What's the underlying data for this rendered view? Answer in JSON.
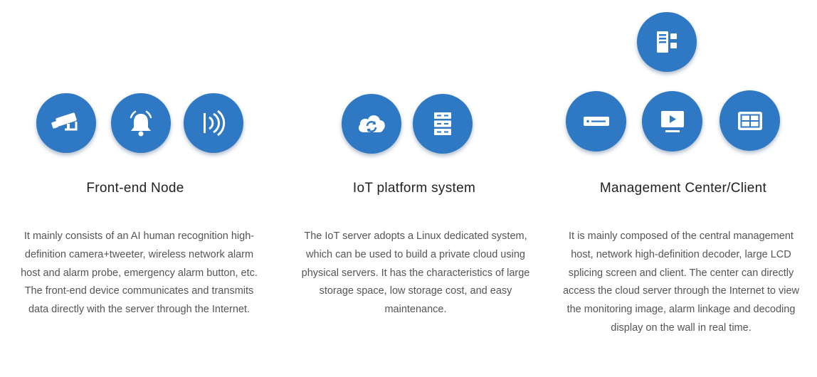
{
  "columns": [
    {
      "title": "Front-end Node",
      "description": "It mainly consists of an AI human recognition high-definition camera+tweeter, wireless network alarm host and alarm probe, emergency alarm button, etc. The front-end device communicates and transmits data directly with the server through the Internet.",
      "icons": [
        "camera-icon",
        "alarm-bell-icon",
        "wireless-signal-icon"
      ]
    },
    {
      "title": "IoT platform system",
      "description": "The IoT server adopts a Linux dedicated system, which can be used to build a private cloud using physical servers. It has the characteristics of large storage space, low storage cost, and easy maintenance.",
      "icons": [
        "cloud-sync-icon",
        "server-rack-icon"
      ]
    },
    {
      "title": "Management Center/Client",
      "description": "It is mainly composed of the central management host, network high-definition decoder, large LCD splicing screen and client. The center can directly access the cloud server through the Internet to view the monitoring image, alarm linkage and decoding display on the wall in real time.",
      "icons": [
        "host-server-icon",
        "decoder-icon",
        "display-screen-icon",
        "splicing-screen-icon"
      ]
    }
  ],
  "colors": {
    "icon_background": "#2f78c4",
    "title_text": "#222222",
    "body_text": "#555555"
  }
}
